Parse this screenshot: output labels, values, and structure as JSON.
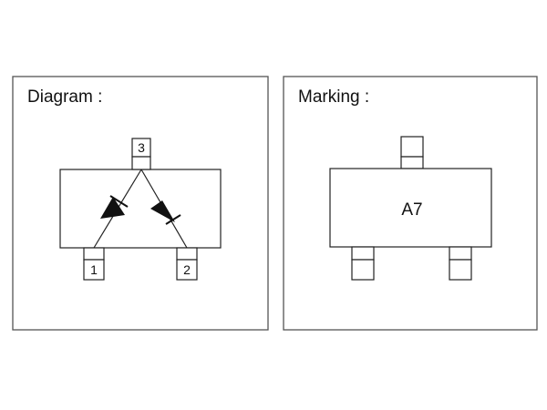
{
  "panels": {
    "diagram": {
      "title": "Diagram :"
    },
    "marking": {
      "title": "Marking :"
    }
  },
  "diagram": {
    "pins": [
      {
        "id": "pin-3",
        "label": "3"
      },
      {
        "id": "pin-1",
        "label": "1"
      },
      {
        "id": "pin-2",
        "label": "2"
      }
    ]
  },
  "marking": {
    "code": "A7"
  },
  "colors": {
    "line": "#222222",
    "border": "#555555",
    "fill": "#111111"
  }
}
